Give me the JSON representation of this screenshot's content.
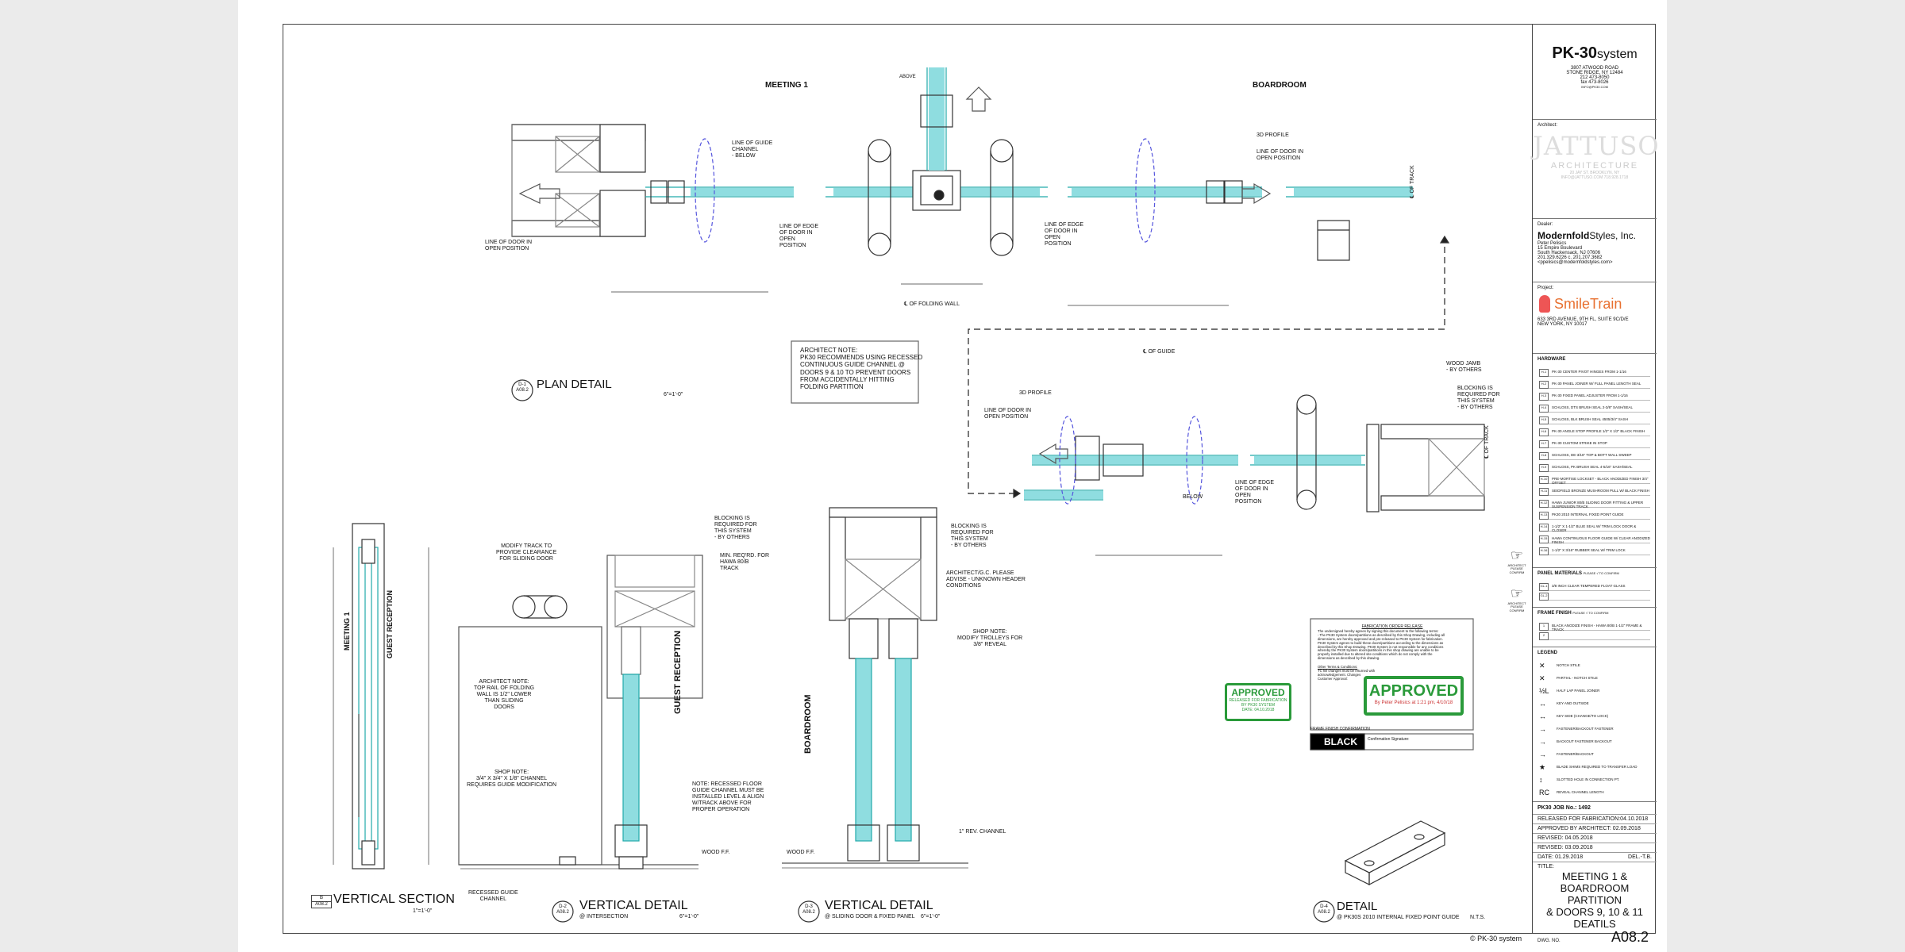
{
  "company": {
    "logo_name": "PK-30",
    "logo_suffix": "system",
    "address_lines": [
      "3807 ATWOOD ROAD",
      "STONE RIDGE, NY 12484",
      "212 473-8050",
      "fax 473-8026",
      "INFO@PK30.COM"
    ]
  },
  "architect": {
    "label": "Architect:",
    "name": "JATTUSO",
    "sub": "ARCHITECTURE",
    "address": "20 JAY ST. BROOKLYN, NY",
    "contact": "INFO@JATTUSO.COM 718.928.1718"
  },
  "dealer": {
    "label": "Dealer:",
    "name_bold": "Modernfold",
    "name_rest": "Styles, Inc.",
    "lines": [
      "Peter Pelisics",
      "15 Empire Boulevard",
      "South Hackensack, NJ 07606",
      "201.329.6226 c. 201.207.3682",
      "<ppelisics@modernfoldstyles.com>"
    ]
  },
  "project": {
    "label": "Project:",
    "client": "SmileTrain",
    "address_lines": [
      "633 3RD AVENUE, 9TH FL, SUITE 9C/D/E",
      "NEW YORK, NY 10017"
    ]
  },
  "hardware": {
    "title": "HARDWARE",
    "items": [
      {
        "tag": "H-1",
        "desc": "PK-30 CENTER PIVOT HINGES FROM 1-1/16"
      },
      {
        "tag": "H-2",
        "desc": "PK-30 PANEL JOINER W/ FULL PANEL LENGTH SEAL"
      },
      {
        "tag": "H-3",
        "desc": "PK-30 FIXED PANEL ADJUSTER FROM 1-1/16"
      },
      {
        "tag": "H-4",
        "desc": "SCHLOSS, DTS BRUSH SEAL 2-3/8\" SASH/SEAL"
      },
      {
        "tag": "H-5",
        "desc": "SCHLOSS, BLK BRUSH SEAL 4505/3/4\" SASH"
      },
      {
        "tag": "H-6",
        "desc": "PK-30 ANGLE STOP PROFILE 1/2\" X 1/2\" BLACK FINISH"
      },
      {
        "tag": "H-7",
        "desc": "PK-30 CUSTOM STRIKE IN STOP"
      },
      {
        "tag": "H-8",
        "desc": "SCHLOSS, DE-3/16\" TOP & BOTT WALL SWEEP"
      },
      {
        "tag": "H-9",
        "desc": "SCHLOSS, PK BRUSH SEAL 4-5/16\" SASH/SEAL"
      },
      {
        "tag": "H-10",
        "desc": "PRE-MORTISE LOCKSET - BLACK ANODIZED FINISH 3/4\" OFFSET"
      },
      {
        "tag": "H-11",
        "desc": "SEIDFIELD BRONZE MUSHROOM PULL W/ BLACK FINISH"
      },
      {
        "tag": "H-12",
        "desc": "HAWA JUNIOR 80/B SLIDING DOOR FITTING & UPPER SUSPENSION TRACK"
      },
      {
        "tag": "H-13",
        "desc": "PK30 2010 INTERNAL FIXED POINT GUIDE"
      },
      {
        "tag": "H-14",
        "desc": "1-1/2\" X 1-1/2\" BLUE SEAL W/ TRIM LOCK DOOR & CLOSER"
      },
      {
        "tag": "H-15",
        "desc": "HAWA CONTINUOUS FLOOR GUIDE W/ CLEAR ANODIZED FINISH"
      },
      {
        "tag": "H-16",
        "desc": "1-1/2\" X 3/16\" RUBBER SEAL W/ TRIM LOCK"
      }
    ]
  },
  "panel_materials": {
    "title": "PANEL MATERIALS",
    "note": "PLEASE √ TO CONFIRM",
    "items": [
      {
        "tag": "GL-1",
        "desc": "3/8 INCH CLEAR TEMPERED FLOAT GLASS"
      },
      {
        "tag": "GL-2",
        "desc": ""
      }
    ]
  },
  "frame_finish": {
    "title": "FRAME FINISH",
    "note": "PLEASE √ TO CONFIRM",
    "items": [
      {
        "tag": "1",
        "desc": "BLACK ANODIZE FINISH - HAWA 80/B 1-1/2\" FRAME & TRACK"
      },
      {
        "tag": "2",
        "desc": ""
      }
    ],
    "confirm_note": "ARCHITECT PLEASE CONFIRM"
  },
  "legend": {
    "title": "LEGEND",
    "items": [
      {
        "sym": "✕",
        "desc": "NOTCH STILE"
      },
      {
        "sym": "✕",
        "desc": "PARTIAL - NOTCH STILE"
      },
      {
        "sym": "½L",
        "desc": "HALF LAP PANEL JOINER"
      },
      {
        "sym": "↔",
        "desc": "KEY AND OUTSIDE"
      },
      {
        "sym": "↔",
        "desc": "KEY SIDE (CHANGE/TO LOCK)"
      },
      {
        "sym": "→",
        "desc": "FASTENER/BACKOUT FASTENER"
      },
      {
        "sym": "→",
        "desc": "BACKOUT FASTENER BACKOUT"
      },
      {
        "sym": "→",
        "desc": "FASTENER/BACKOUT"
      },
      {
        "sym": "★",
        "desc": "BLADE SHIMS REQUIRED TO TRANSFER LOAD"
      },
      {
        "sym": "↕",
        "desc": "SLOTTED HOLE IN CONNECTION PT."
      },
      {
        "sym": "RC",
        "desc": "REVEAL CHANNEL LENGTH"
      }
    ]
  },
  "job": {
    "number_label": "PK30 JOB No.: 1492",
    "released_label": "RELEASED FOR FABRICATION:",
    "released_date": "04.10.2018",
    "approved_label": "APPROVED BY ARCHITECT:",
    "approved_date": "02.09.2018",
    "revised1_label": "REVISED:",
    "revised1": "04.05.2018",
    "revised2_label": "REVISED:",
    "revised2": "03.09.2018",
    "date_label": "DATE:",
    "date": "01.29.2018",
    "del": "DEL.-T.B.",
    "title_label": "TITLE:",
    "title_lines": [
      "MEETING 1 &",
      "BOARDROOM PARTITION",
      "& DOORS 9, 10 & 11",
      "DEATILS"
    ],
    "dwg_label": "DWG. NO.",
    "dwg_no": "A08.2"
  },
  "footer": {
    "copyright": "© PK-30 system"
  },
  "release": {
    "heading": "FABRICATION ORDER RELEASE",
    "body_lines": [
      "The undersigned hereby agrees by signing this document to the following terms:",
      "- The PK30 System doors/partitions as described by this Shop Drawing, including all",
      "dimensions, are hereby approved and pre-released to PK30 System for fabrication.",
      "PK30 System agrees to build these doors/partitions according to the dimensions as",
      "described by this Shop Drawing. PK30 System is not responsible for any conditions",
      "whereby the PK30 System doors/partitions in this shop drawing are unable to be",
      "properly installed due to altered site conditions which do not comply with the",
      "dimensions as described by this drawing."
    ],
    "terms_label": "Other Terms & Conditions:",
    "terms_lines": [
      "TC hill changes must be returned with",
      "acknowledgement. Changes",
      "Customer Approval:"
    ],
    "frame_finish_conf": "FRAME FINISH CONFIRMATION",
    "color": "BLACK",
    "conf_sig": "Confirmation Signature:"
  },
  "stamps": {
    "small": {
      "title": "APPROVED",
      "l1": "RELEASED FOR FABRICATION",
      "l2": "BY PK30 SYSTEM",
      "l3": "DATE: 04.10.2018"
    },
    "large": {
      "title": "APPROVED",
      "l1": "By Peter Pelisics at 1:21 pm, 4/10/18"
    }
  },
  "drawings": {
    "plan_title": "PLAN DETAIL",
    "plan_scale": "6\"=1'-0\"",
    "plan_tag": [
      "D-1",
      "A08.2"
    ],
    "vsec_title": "VERTICAL SECTION",
    "vsec_scale": "1\"=1'-0\"",
    "vsec_tag": [
      "B",
      "A08.2"
    ],
    "vd1_title": "VERTICAL DETAIL",
    "vd1_sub": "@ INTERSECTION",
    "vd1_scale": "6\"=1'-0\"",
    "vd1_tag": [
      "D-2",
      "A08.2"
    ],
    "vd2_title": "VERTICAL DETAIL",
    "vd2_sub": "@ SLIDING DOOR & FIXED PANEL",
    "vd2_scale": "6\"=1'-0\"",
    "vd2_tag": [
      "D-3",
      "A08.2"
    ],
    "det_title": "DETAIL",
    "det_sub": "@ PK30S 2010 INTERNAL FIXED POINT GUIDE",
    "det_scale": "N.T.S.",
    "det_tag": [
      "D-4",
      "A08.2"
    ],
    "room_meeting": "MEETING 1",
    "room_boardroom": "BOARDROOM",
    "guest_reception": "GUEST RECEPTION",
    "boardroom_v": "BOARDROOM",
    "meeting_v": "MEETING 1"
  },
  "notes": {
    "arch_note": [
      "ARCHITECT NOTE:",
      "PK30 RECOMMENDS USING RECESSED",
      "CONTINUOUS GUIDE CHANNEL @",
      "DOORS 9 & 10 TO PREVENT DOORS",
      "FROM ACCIDENTALLY HITTING",
      "FOLDING PARTITION"
    ],
    "guide_channel": [
      "LINE OF GUIDE",
      "CHANNEL",
      "- BELOW"
    ],
    "door_open_left": [
      "LINE OF DOOR IN",
      "OPEN POSITION"
    ],
    "edge_door": [
      "LINE OF EDGE",
      "OF DOOR IN",
      "OPEN",
      "POSITION"
    ],
    "folding_wall": "℄ OF FOLDING WALL",
    "above": "ABOVE",
    "profile_3d": "3D PROFILE",
    "of_track": "℄ OF TRACK",
    "of_guide": "℄ OF GUIDE",
    "wood_jamb": [
      "WOOD JAMB",
      "- BY OTHERS"
    ],
    "blocking": [
      "BLOCKING IS",
      "REQUIRED FOR",
      "THIS SYSTEM",
      "- BY OTHERS"
    ],
    "below": "BELOW",
    "modify_track": [
      "MODIFY TRACK TO",
      "PROVIDE CLEARANCE",
      "FOR SLIDING DOOR"
    ],
    "min_req": [
      "MIN. REQ'RD. FOR",
      "HAWA 80/B",
      "TRACK"
    ],
    "arch_note2": [
      "ARCHITECT NOTE:",
      "TOP RAIL OF FOLDING",
      "WALL IS 1/2\" LOWER",
      "THAN SLIDING",
      "DOORS"
    ],
    "shop_note1": [
      "SHOP NOTE:",
      "3/4\" X 3/4\" X 1/8\" CHANNEL",
      "REQUIRES GUIDE MODIFICATION"
    ],
    "recessed_note": [
      "NOTE: RECESSED FLOOR",
      "GUIDE CHANNEL MUST BE",
      "INSTALLED LEVEL & ALIGN",
      "W/TRACK ABOVE FOR",
      "PROPER OPERATION"
    ],
    "recessed_guide": [
      "RECESSED GUIDE",
      "CHANNEL"
    ],
    "wood_ff": "WOOD F.F.",
    "arch_gc": [
      "ARCHITECT/G.C. PLEASE",
      "ADVISE - UNKNOWN HEADER",
      "CONDITIONS"
    ],
    "shop_note2": [
      "SHOP NOTE:",
      "MODIFY TROLLEYS FOR",
      "3/8\" REVEAL"
    ],
    "rev_channel": "1\" REV. CHANNEL"
  }
}
